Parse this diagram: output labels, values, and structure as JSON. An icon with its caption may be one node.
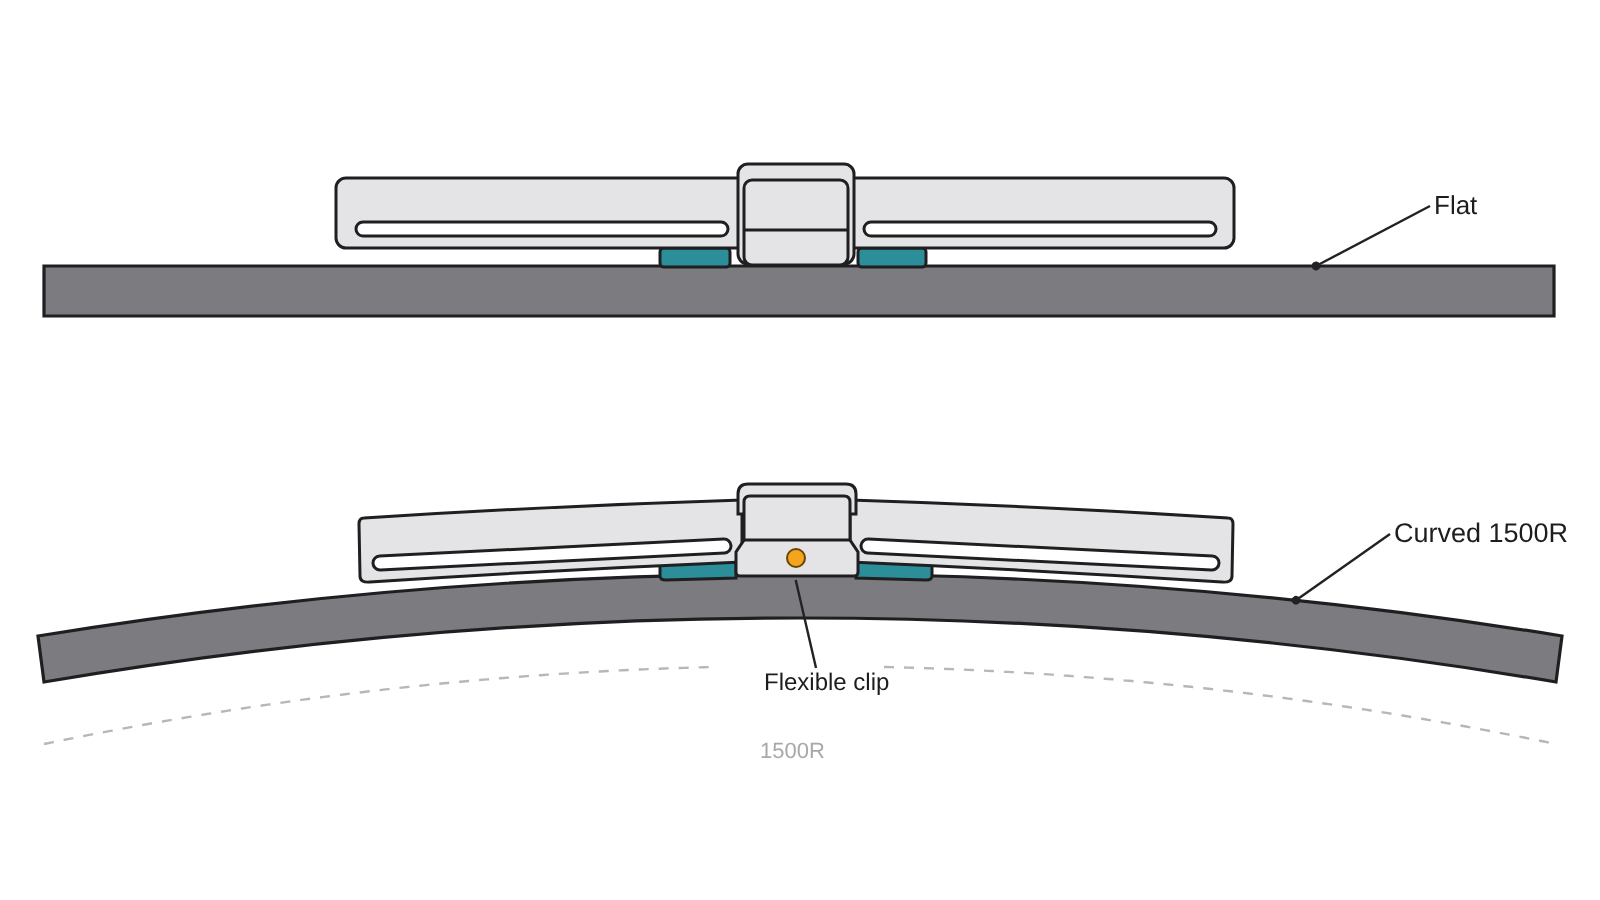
{
  "diagram": {
    "nodes": [
      {
        "text": [
          "Flat"
        ]
      },
      {
        "text": [],
        "shape": "bar"
      },
      {
        "text": [],
        "shape": "box"
      },
      {
        "text": [
          "Curved 1500R"
        ]
      },
      {
        "text": [],
        "shape": "bar"
      },
      {
        "text": [
          "Flexible clip"
        ]
      }
    ],
    "edges": [
      {
        "from": 0,
        "to": 1,
        "arrow": "other"
      },
      {
        "from": 3,
        "to": 4,
        "arrow": "other"
      },
      {
        "from": 5,
        "to": 2,
        "arrow": "none"
      }
    ],
    "labels": [
      "1500R"
    ]
  }
}
